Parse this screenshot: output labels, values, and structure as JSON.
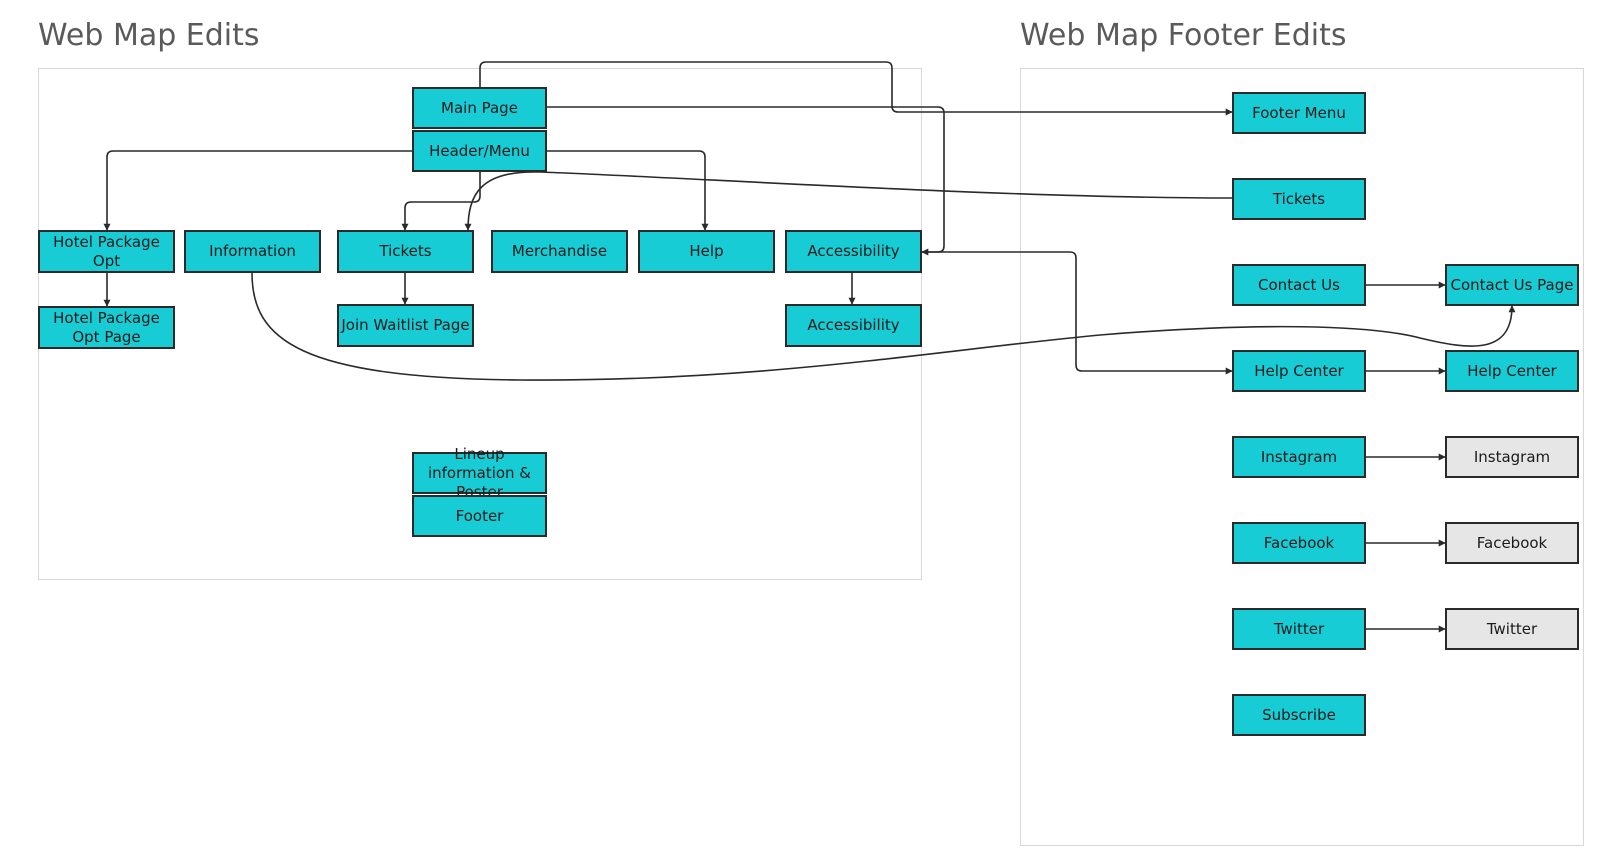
{
  "sections": {
    "left_title": "Web Map Edits",
    "right_title": "Web Map Footer Edits"
  },
  "nodes": {
    "main_page": "Main Page",
    "header_menu": "Header/Menu",
    "hotel_package_opt": "Hotel Package Opt",
    "information": "Information",
    "tickets": "Tickets",
    "merchandise": "Merchandise",
    "help": "Help",
    "accessibility": "Accessibility",
    "hotel_package_opt_page": "Hotel Package Opt Page",
    "join_waitlist_page": "Join Waitlist Page",
    "accessibility_page": "Accessibility",
    "lineup_information_poster": "Lineup information & Poster",
    "footer": "Footer",
    "footer_menu": "Footer Menu",
    "footer_tickets": "Tickets",
    "contact_us": "Contact Us",
    "contact_us_page": "Contact Us Page",
    "help_center": "Help Center",
    "help_center_page": "Help Center",
    "instagram": "Instagram",
    "instagram_page": "Instagram",
    "facebook": "Facebook",
    "facebook_page": "Facebook",
    "twitter": "Twitter",
    "twitter_page": "Twitter",
    "subscribe": "Subscribe"
  },
  "colors": {
    "node_fill": "#17ccd4",
    "external_fill": "#e6e6e6",
    "stroke": "#2a2a2a",
    "frame": "#d8d8d8"
  }
}
